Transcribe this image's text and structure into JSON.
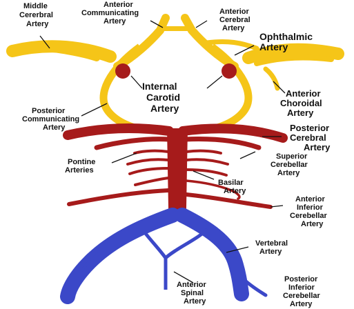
{
  "diagram": {
    "colors": {
      "carotid_system": "#F5C518",
      "vertebrobasilar_system": "#A61B1B",
      "vertebral": "#3B48C8",
      "outline": "#1a1a1a",
      "text": "#111111"
    },
    "labels": {
      "middle_cerebral": [
        "Middle",
        "Cererbral",
        "Artery"
      ],
      "anterior_communicating": [
        "Anterior",
        "Communicating",
        "Artery"
      ],
      "anterior_cerebral": [
        "Anterior",
        "Cerebral",
        "Artery"
      ],
      "ophthalmic": [
        "Ophthalmic",
        "Artery"
      ],
      "internal_carotid": [
        "Internal",
        "Carotid",
        "Artery"
      ],
      "anterior_choroidal": [
        "Anterior",
        "Choroidal",
        "Artery"
      ],
      "posterior_communicating": [
        "Posterior",
        "Communicating",
        "Artery"
      ],
      "posterior_cerebral": [
        "Posterior",
        "Cerebral",
        "Artery"
      ],
      "pontine": [
        "Pontine",
        "Arteries"
      ],
      "superior_cerebellar": [
        "Superior",
        "Cerebellar",
        "Artery"
      ],
      "basilar": [
        "Basilar",
        "Artery"
      ],
      "anterior_inferior_cerebellar": [
        "Anterior",
        "Inferior",
        "Cerebellar",
        "Artery"
      ],
      "vertebral": [
        "Vertebral",
        "Artery"
      ],
      "anterior_spinal": [
        "Anterior",
        "Spinal",
        "Artery"
      ],
      "posterior_inferior_cerebellar": [
        "Posterior",
        "Inferior",
        "Cerebellar",
        "Artery"
      ]
    }
  }
}
